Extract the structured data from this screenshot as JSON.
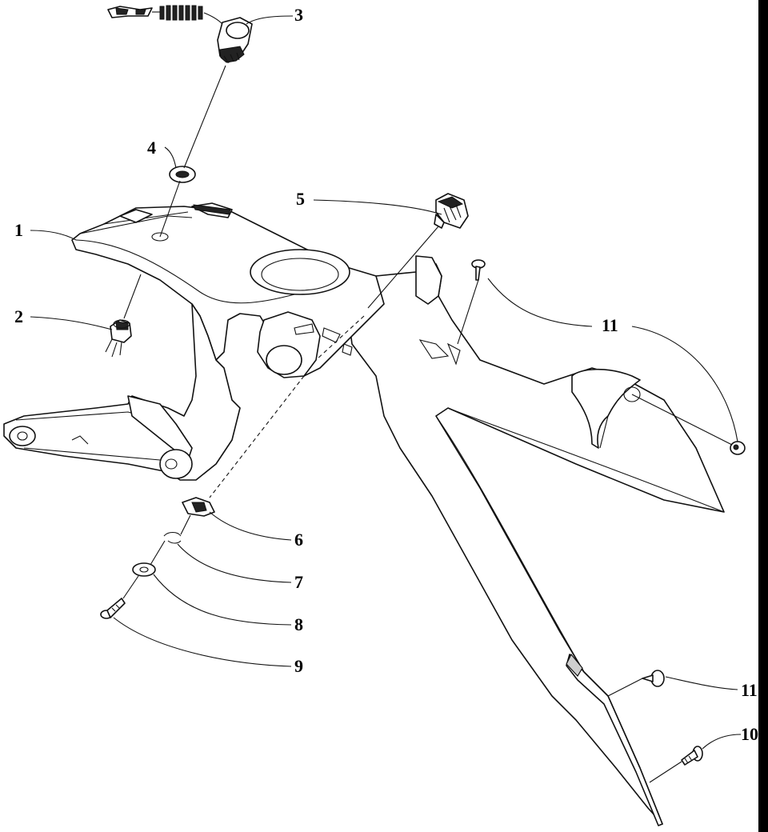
{
  "diagram": {
    "callouts": [
      {
        "id": "c3",
        "label": "3"
      },
      {
        "id": "c4",
        "label": "4"
      },
      {
        "id": "c5",
        "label": "5"
      },
      {
        "id": "c1",
        "label": "1"
      },
      {
        "id": "c2",
        "label": "2"
      },
      {
        "id": "c11a",
        "label": "11"
      },
      {
        "id": "c6",
        "label": "6"
      },
      {
        "id": "c7",
        "label": "7"
      },
      {
        "id": "c8",
        "label": "8"
      },
      {
        "id": "c9",
        "label": "9"
      },
      {
        "id": "c11b",
        "label": "11"
      },
      {
        "id": "c10",
        "label": "10"
      }
    ],
    "colors": {
      "line": "#111111",
      "background": "#ffffff",
      "edge_bar": "#000000"
    }
  }
}
